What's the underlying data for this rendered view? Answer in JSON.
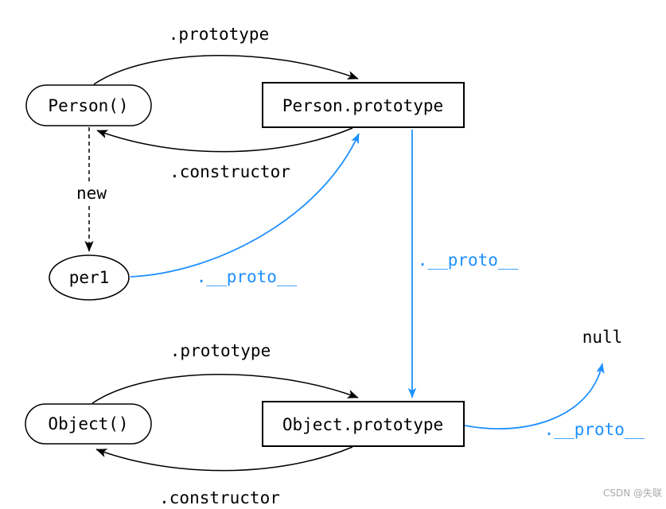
{
  "diagram": {
    "nodes": {
      "person_fn": "Person()",
      "person_prototype": "Person.prototype",
      "per1": "per1",
      "object_fn": "Object()",
      "object_prototype": "Object.prototype",
      "null_value": "null"
    },
    "edge_labels": {
      "prototype_top": ".prototype",
      "constructor_top": ".constructor",
      "new_keyword": "new",
      "proto_instance": ".__proto__",
      "proto_person_to_object": ".__proto__",
      "proto_object_to_null": ".__proto__",
      "prototype_bottom": ".prototype",
      "constructor_bottom": ".constructor"
    },
    "colors": {
      "line_black": "#000000",
      "proto_blue": "#1E90FF",
      "node_fill": "#FFFFFF",
      "watermark_gray": "#A9A9A9"
    },
    "watermark": "CSDN @失联"
  }
}
